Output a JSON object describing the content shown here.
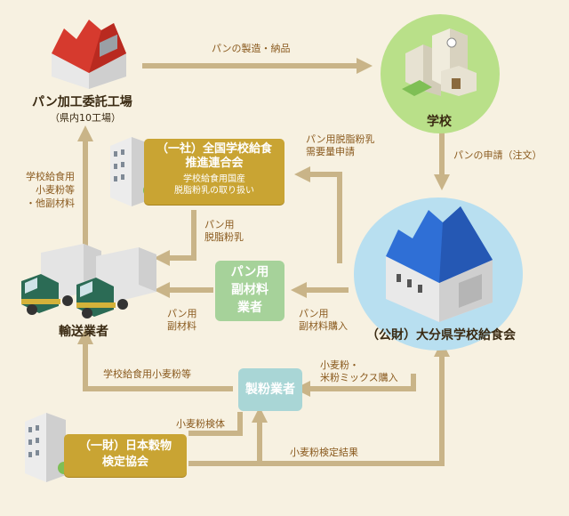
{
  "nodes": {
    "bakery": {
      "name": "パン加工委託工場",
      "sub": "（県内10工場）"
    },
    "school": {
      "name": "学校"
    },
    "federation": {
      "name_line1": "（一社）全国学校給食",
      "name_line2": "推進連合会",
      "desc_line1": "学校給食用国産",
      "desc_line2": "脱脂粉乳の取り扱い"
    },
    "materials": {
      "line1": "パン用",
      "line2": "副材料",
      "line3": "業者"
    },
    "transport": {
      "name": "輸送業者"
    },
    "association": {
      "name": "（公財）大分県学校給食会"
    },
    "miller": {
      "name": "製粉業者"
    },
    "inspection": {
      "line1": "（一財）日本穀物",
      "line2": "検定協会"
    }
  },
  "flows": {
    "bread_delivery": "パンの製造・納品",
    "bread_order": "パンの申請（注文）",
    "milk_demand_1": "パン用脱脂粉乳",
    "milk_demand_2": "需要量申請",
    "milk_to_transport_1": "パン用",
    "milk_to_transport_2": "脱脂粉乳",
    "materials_to_transport_1": "パン用",
    "materials_to_transport_2": "副材料",
    "materials_purchase_1": "パン用",
    "materials_purchase_2": "副材料購入",
    "transport_to_bakery_1": "学校給食用",
    "transport_to_bakery_2": "小麦粉等",
    "transport_to_bakery_3": "・他副材料",
    "flour_to_transport": "学校給食用小麦粉等",
    "flour_purchase_1": "小麦粉・",
    "flour_purchase_2": "米粉ミックス購入",
    "flour_sample": "小麦粉検体",
    "inspection_result": "小麦粉検定結果"
  },
  "colors": {
    "arrow": "#c9b488",
    "gold": "#c9a433",
    "green": "#a6d29a",
    "teal": "#a9d6d6",
    "bg": "#f7f1e1"
  }
}
